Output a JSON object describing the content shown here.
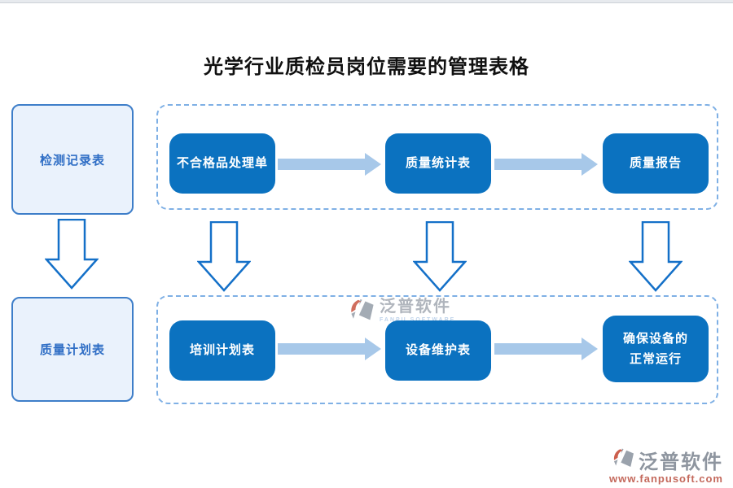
{
  "title": "光学行业质检员岗位需要的管理表格",
  "left_column": {
    "top_box_label": "检测记录表",
    "bottom_box_label": "质量计划表"
  },
  "top_row": {
    "step1": "不合格品处理单",
    "step2": "质量统计表",
    "step3": "质量报告"
  },
  "bottom_row": {
    "step1": "培训计划表",
    "step2": "设备维护表",
    "step3_line1": "确保设备的",
    "step3_line2": "正常运行"
  },
  "watermark_center": {
    "brand": "泛普软件",
    "brand_sub": "FANPU SOFTWARE"
  },
  "watermark_footer": {
    "brand": "泛普软件",
    "url": "www.fanpusoft.com"
  },
  "colors": {
    "node_blue": "#0b72c0",
    "connector_arrow": "#a7c8e9",
    "side_box_fill": "#eaf2fc",
    "side_box_border": "#3e7ec9",
    "side_box_text": "#2f6ec5",
    "outline_arrow_stroke": "#1470c8",
    "dashed_border": "#7fb0e5",
    "brand_gray": "#9aa2ac",
    "brand_red": "#cc5f4d",
    "footer_url": "#c4695c"
  }
}
